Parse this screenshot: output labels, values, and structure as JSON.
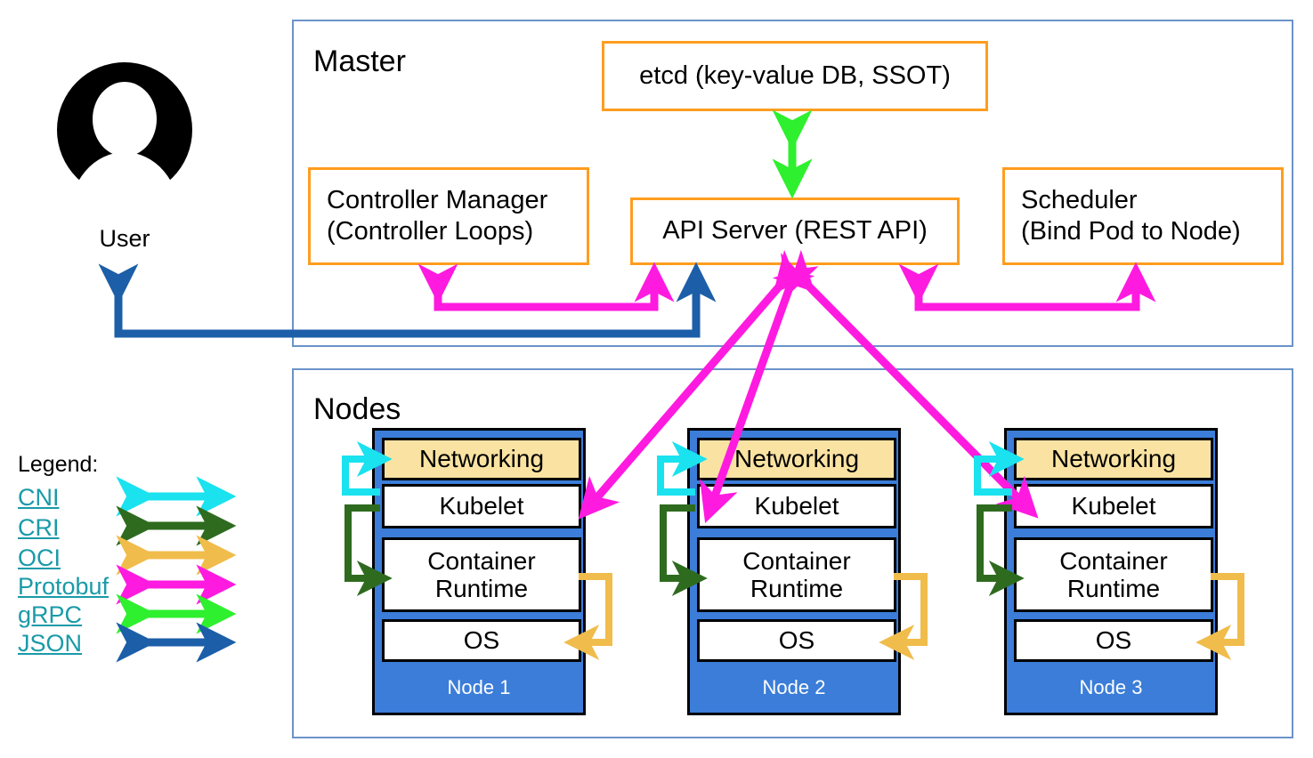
{
  "diagram": {
    "title": "Kubernetes Cluster Architecture",
    "user": {
      "caption": "User",
      "icon": "user-avatar-icon"
    },
    "groups": [
      {
        "id": "master",
        "title": "Master"
      },
      {
        "id": "nodes",
        "title": "Nodes"
      }
    ],
    "control_plane": {
      "etcd": "etcd (key-value DB, SSOT)",
      "controller_manager": "Controller Manager\n(Controller Loops)",
      "api_server": "API Server (REST API)",
      "scheduler": "Scheduler\n(Bind Pod to Node)"
    },
    "nodes": [
      {
        "name": "Node 1",
        "layers": {
          "networking": "Networking",
          "kubelet": "Kubelet",
          "container_runtime": "Container\nRuntime",
          "os": "OS"
        }
      },
      {
        "name": "Node 2",
        "layers": {
          "networking": "Networking",
          "kubelet": "Kubelet",
          "container_runtime": "Container\nRuntime",
          "os": "OS"
        }
      },
      {
        "name": "Node 3",
        "layers": {
          "networking": "Networking",
          "kubelet": "Kubelet",
          "container_runtime": "Container\nRuntime",
          "os": "OS"
        }
      }
    ],
    "legend": {
      "title": "Legend:",
      "items": [
        {
          "label": "CNI",
          "color": "#1ae2ef"
        },
        {
          "label": "CRI",
          "color": "#2e6b1f"
        },
        {
          "label": "OCI",
          "color": "#f0bc4b"
        },
        {
          "label": "Protobuf",
          "color": "#ff1ae0"
        },
        {
          "label": "gRPC",
          "color": "#2ef02e"
        },
        {
          "label": "JSON",
          "color": "#1c5ea8"
        }
      ]
    },
    "colors": {
      "group_border": "#6b93c8",
      "control_box_border": "#ff9d1f",
      "node_blue": "#3b7dd8",
      "networking_fill": "#fae3a2",
      "legend_link": "#1a9aa8",
      "cni": "#1ae2ef",
      "cri": "#2e6b1f",
      "oci": "#f0bc4b",
      "protobuf": "#ff1ae0",
      "grpc": "#2ef02e",
      "json": "#1c5ea8"
    },
    "connections": [
      {
        "from": "User",
        "to": "API Server (REST API)",
        "protocol": "JSON"
      },
      {
        "from": "etcd (key-value DB, SSOT)",
        "to": "API Server (REST API)",
        "protocol": "gRPC"
      },
      {
        "from": "Controller Manager",
        "to": "API Server (REST API)",
        "protocol": "Protobuf"
      },
      {
        "from": "Scheduler",
        "to": "API Server (REST API)",
        "protocol": "Protobuf"
      },
      {
        "from": "API Server (REST API)",
        "to": "Node 1 Kubelet",
        "protocol": "Protobuf"
      },
      {
        "from": "API Server (REST API)",
        "to": "Node 2 Kubelet",
        "protocol": "Protobuf"
      },
      {
        "from": "API Server (REST API)",
        "to": "Node 3 Kubelet",
        "protocol": "Protobuf"
      },
      {
        "from": "Kubelet",
        "to": "Networking",
        "protocol": "CNI"
      },
      {
        "from": "Kubelet",
        "to": "Container Runtime",
        "protocol": "CRI"
      },
      {
        "from": "Container Runtime",
        "to": "OS",
        "protocol": "OCI"
      }
    ]
  }
}
